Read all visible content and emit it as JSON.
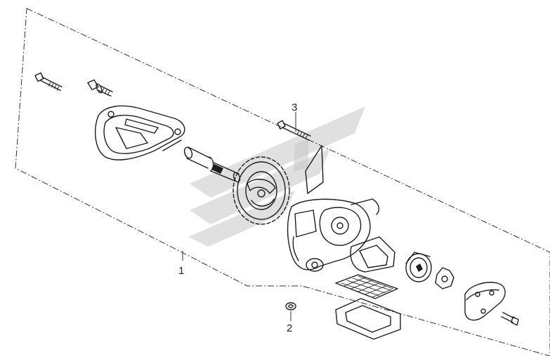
{
  "callouts": [
    {
      "number": "1"
    },
    {
      "number": "2"
    },
    {
      "number": "3"
    }
  ],
  "colors": {
    "line_art": "#1e1e1e",
    "watermark": "#c6c6c6",
    "background": "#ffffff"
  }
}
